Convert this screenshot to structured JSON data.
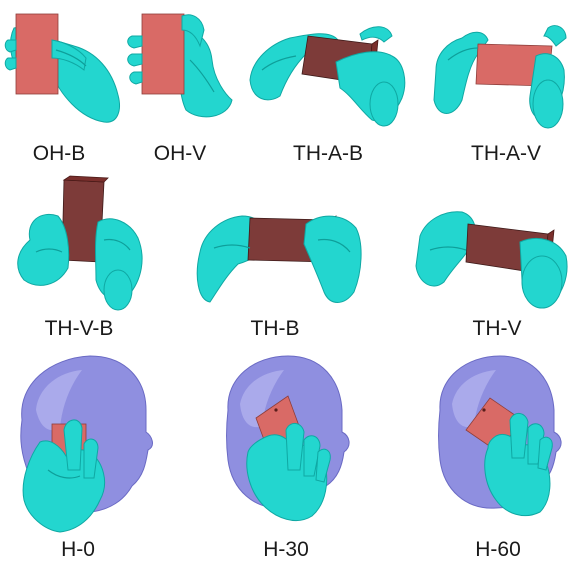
{
  "labels": {
    "oh_b": "OH-B",
    "oh_v": "OH-V",
    "th_a_b": "TH-A-B",
    "th_a_v": "TH-A-V",
    "th_v_b": "TH-V-B",
    "th_b": "TH-B",
    "th_v": "TH-V",
    "h_0": "H-0",
    "h_30": "H-30",
    "h_60": "H-60"
  },
  "colors": {
    "hand": "#23d6cf",
    "phone": "#d96a66",
    "phone_edge": "#7a2f2c",
    "head": "#8f8fe0"
  }
}
